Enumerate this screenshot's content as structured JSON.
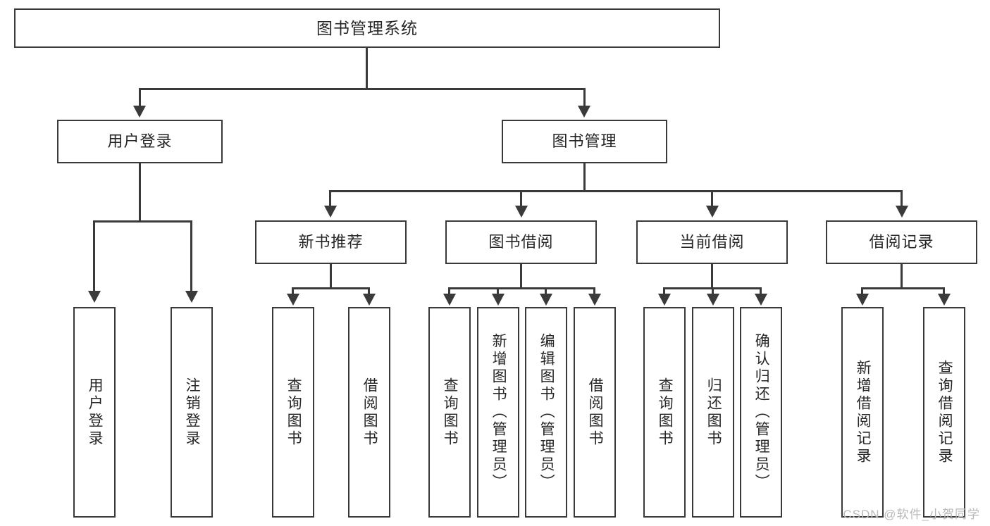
{
  "diagram": {
    "title": "图书管理系统",
    "type": "tree-hierarchy",
    "root": {
      "label": "图书管理系统"
    },
    "level1": [
      {
        "label": "用户登录"
      },
      {
        "label": "图书管理"
      }
    ],
    "level2": [
      {
        "label": "新书推荐"
      },
      {
        "label": "图书借阅"
      },
      {
        "label": "当前借阅"
      },
      {
        "label": "借阅记录"
      }
    ],
    "leaves": {
      "user_login": [
        {
          "label": "用户登录"
        },
        {
          "label": "注销登录"
        }
      ],
      "new_book_recommend": [
        {
          "label": "查询图书"
        },
        {
          "label": "借阅图书"
        }
      ],
      "book_borrow": [
        {
          "label": "查询图书"
        },
        {
          "label": "新增图书（管理员）"
        },
        {
          "label": "编辑图书（管理员）"
        },
        {
          "label": "借阅图书"
        }
      ],
      "current_borrow": [
        {
          "label": "查询图书"
        },
        {
          "label": "归还图书"
        },
        {
          "label": "确认归还（管理员）"
        }
      ],
      "borrow_record": [
        {
          "label": "新增借阅记录"
        },
        {
          "label": "查询借阅记录"
        }
      ]
    }
  },
  "watermark": {
    "text": "CSDN @软件_小贺同学"
  },
  "colors": {
    "border": "#3a3a3a",
    "text": "#262626",
    "background": "#ffffff",
    "watermark": "#b9b9b9"
  }
}
